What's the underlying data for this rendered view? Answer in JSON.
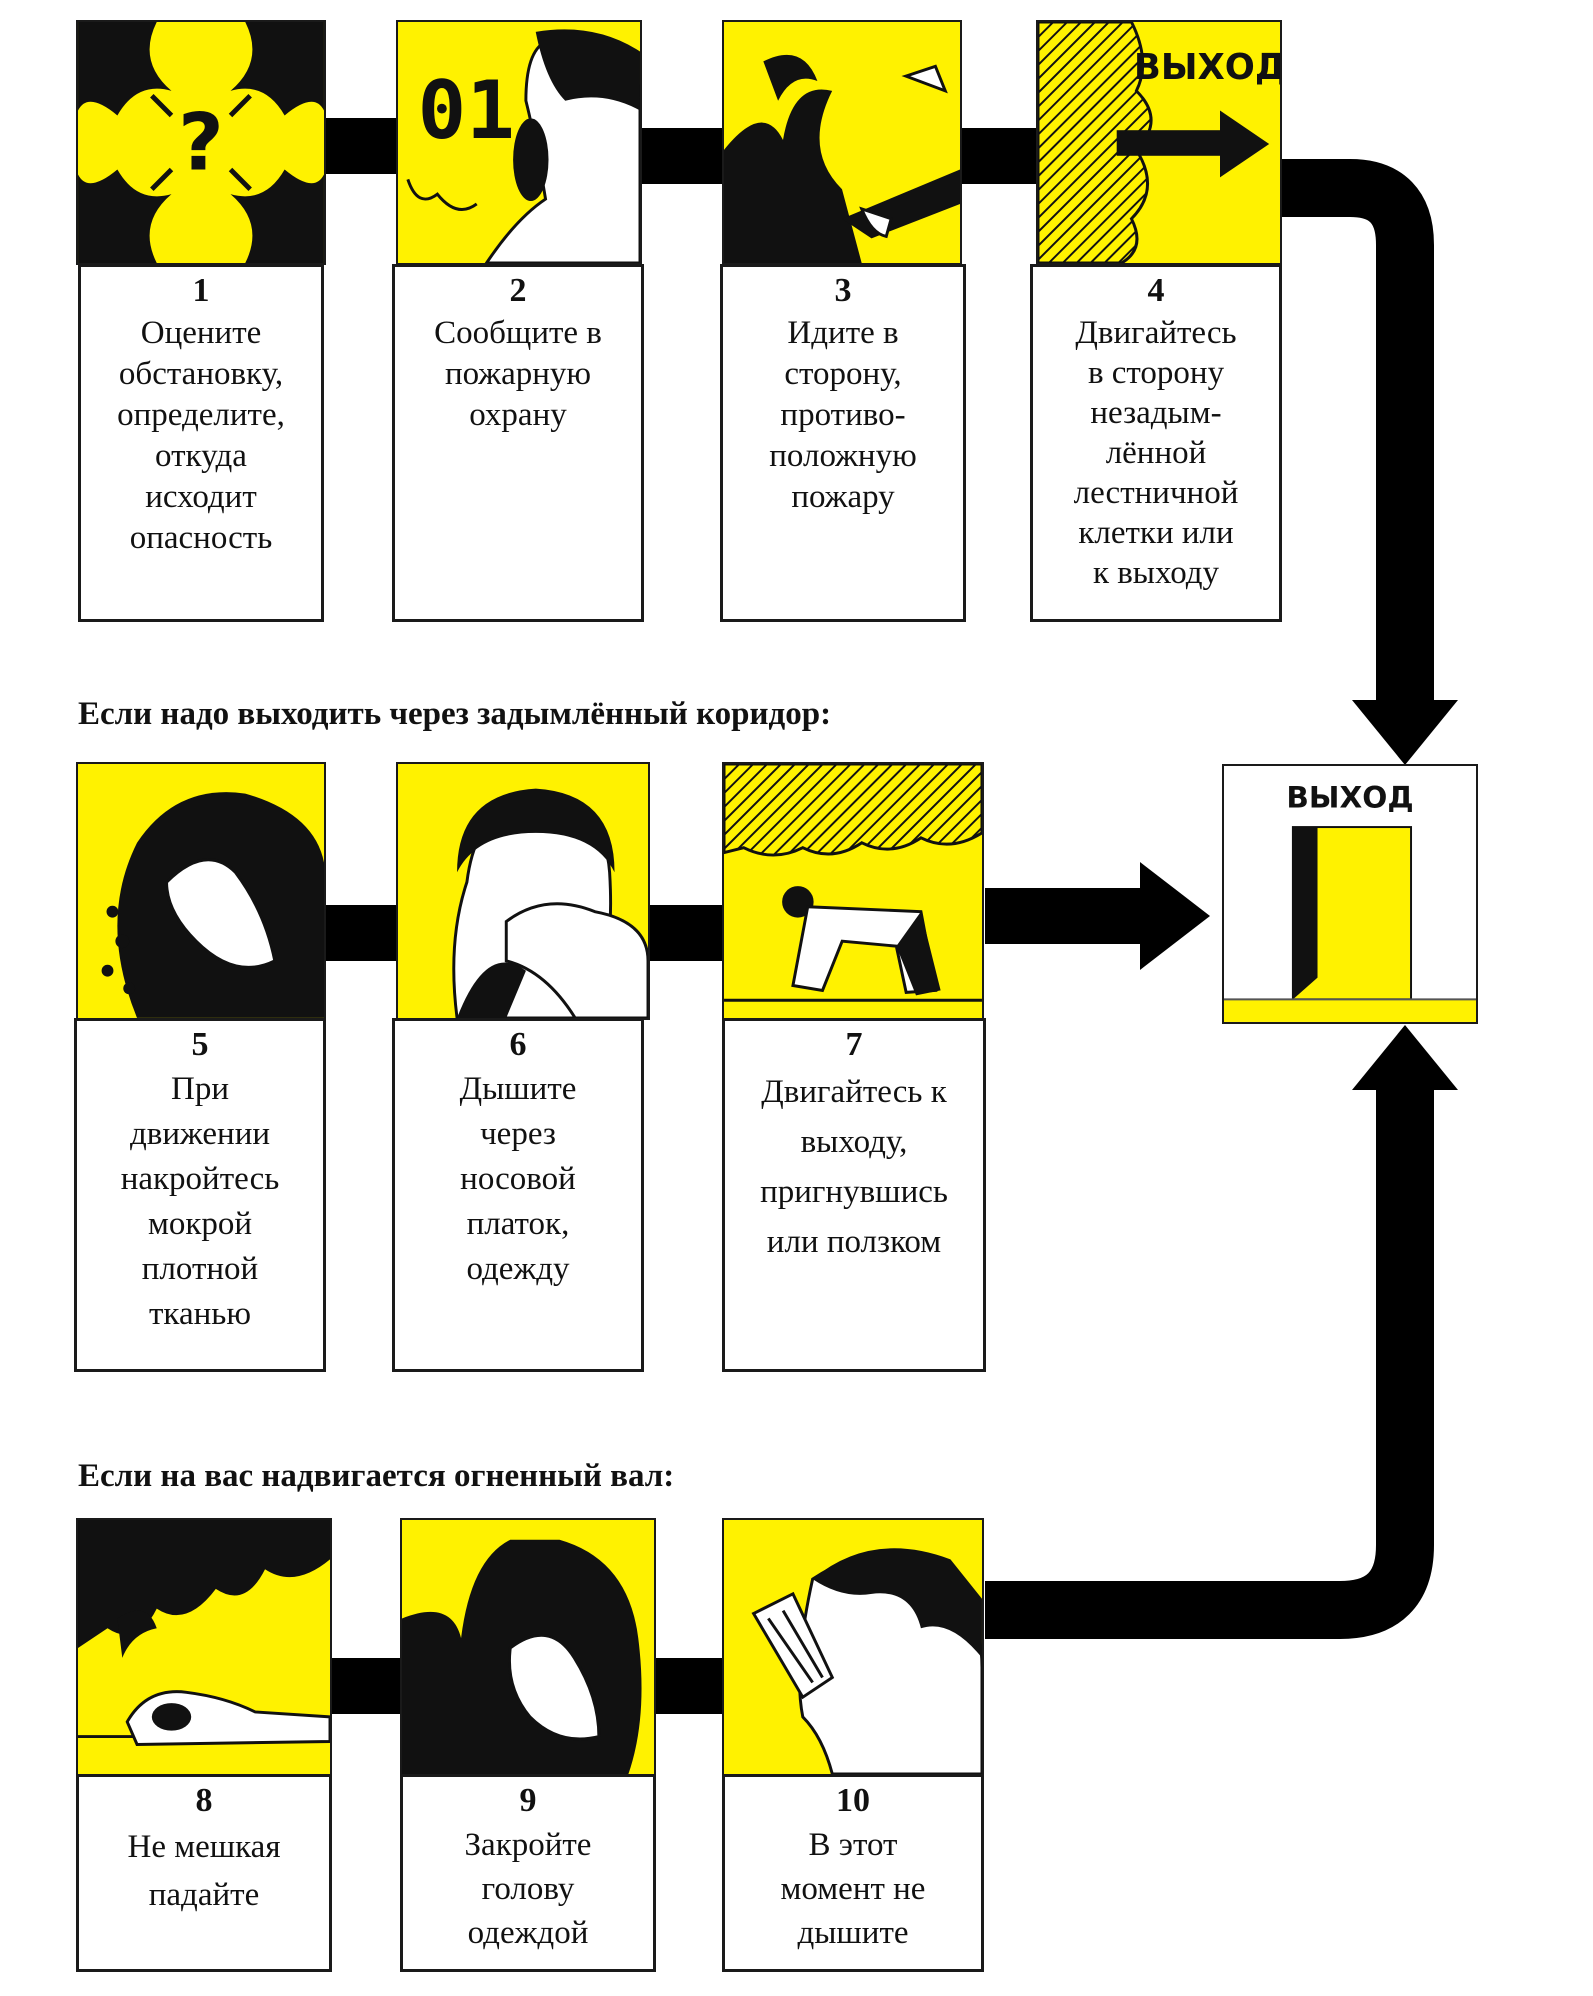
{
  "headings": {
    "smoky_corridor": "Если надо выходить через задымлённый коридор:",
    "fire_wall": "Если на вас надвигается огненный вал:"
  },
  "exit_sign": "ВЫХОД",
  "phone_number": "01",
  "colors": {
    "accent": "#fff200",
    "ink": "#000000",
    "card": "#ffffff"
  },
  "steps": [
    {
      "num": "1",
      "text": "Оцените\nобстановку,\nопределите,\nоткуда\nисходит\nопасность",
      "icon": "danger-assessment-icon"
    },
    {
      "num": "2",
      "text": "Сообщите в\nпожарную\nохрану",
      "icon": "phone-call-icon"
    },
    {
      "num": "3",
      "text": "Идите в\nсторону,\nпротиво-\nположную\nпожару",
      "icon": "walk-away-icon"
    },
    {
      "num": "4",
      "text": "Двигайтесь\nв сторону\nнезадым-\nлённой\nлестничной\nклетки или\nк выходу",
      "icon": "exit-arrow-icon"
    },
    {
      "num": "5",
      "text": "При\nдвижении\nнакройтесь\nмокрой\nплотной\nтканью",
      "icon": "wet-cloth-icon"
    },
    {
      "num": "6",
      "text": "Дышите\nчерез\nносовой\nплаток,\nодежду",
      "icon": "breathe-through-cloth-icon"
    },
    {
      "num": "7",
      "text": "Двигайтесь к\nвыходу,\nпригнувшись\nили ползком",
      "icon": "crawl-icon"
    },
    {
      "num": "8",
      "text": "Не мешкая\nпадайте",
      "icon": "drop-down-icon"
    },
    {
      "num": "9",
      "text": "Закройте\nголову\nодеждой",
      "icon": "cover-head-icon"
    },
    {
      "num": "10",
      "text": "В этот\nмомент не\nдышите",
      "icon": "hold-breath-icon"
    }
  ]
}
